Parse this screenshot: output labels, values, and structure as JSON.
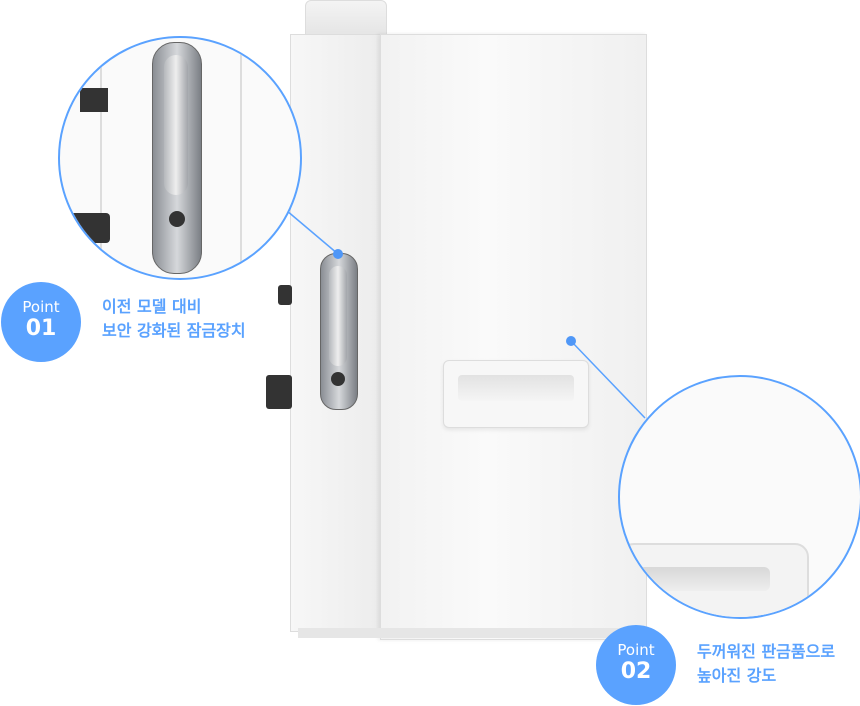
{
  "points": [
    {
      "label": "Point",
      "number": "01",
      "lines": [
        "이전 모델 대비",
        "보안 강화된 잠금장치"
      ]
    },
    {
      "label": "Point",
      "number": "02",
      "lines": [
        "두꺼워진 판금품으로",
        "높아진 강도"
      ]
    }
  ],
  "accent": "#5aa2ff"
}
